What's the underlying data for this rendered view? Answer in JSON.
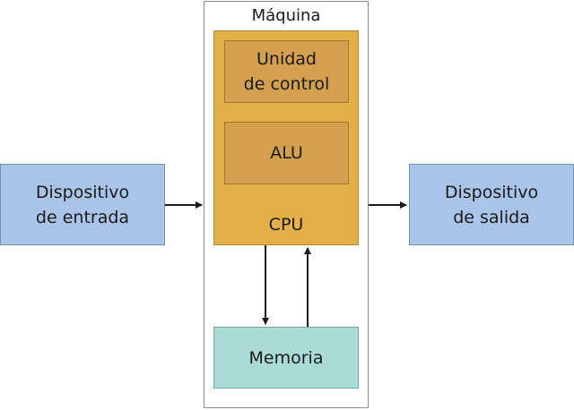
{
  "machine": {
    "title": "Máquina"
  },
  "cpu": {
    "label": "CPU",
    "control_unit": "Unidad\nde control",
    "alu": "ALU"
  },
  "memory": {
    "label": "Memoria"
  },
  "input_device": {
    "label": "Dispositivo\nde entrada"
  },
  "output_device": {
    "label": "Dispositivo\nde salida"
  },
  "colors": {
    "device_fill": "#a9c4e6",
    "cpu_fill": "#e2b049",
    "cpu_inner_fill": "#d4a04f",
    "memory_fill": "#a9dcd6",
    "machine_border": "#8c8c8c",
    "arrow": "#1a1a1a"
  }
}
